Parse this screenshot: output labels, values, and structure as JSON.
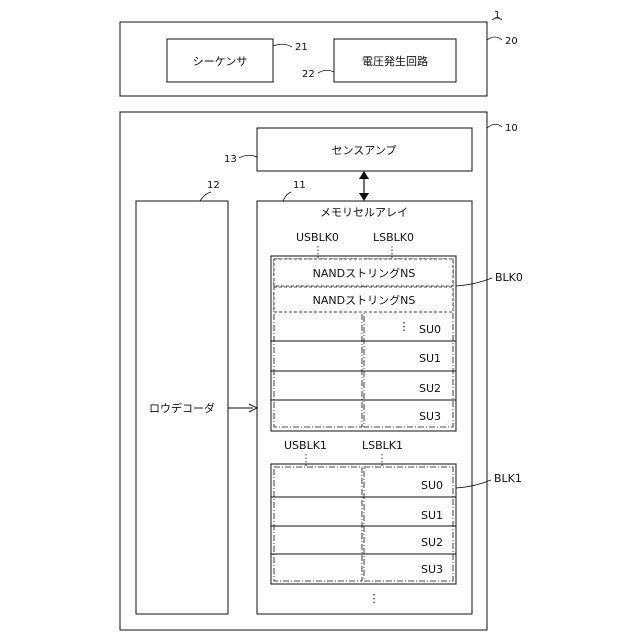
{
  "figure_number": "1",
  "controller": {
    "ref": "20",
    "sequencer": {
      "label": "シーケンサ",
      "ref": "21"
    },
    "voltage_generator": {
      "label": "電圧発生回路",
      "ref": "22"
    }
  },
  "memory_device": {
    "ref": "10",
    "sense_amp": {
      "label": "センスアンプ",
      "ref": "13"
    },
    "row_decoder": {
      "label": "ロウデコーダ",
      "ref": "12"
    },
    "memory_array": {
      "label": "メモリセルアレイ",
      "ref": "11"
    }
  },
  "blocks": [
    {
      "name": "BLK0",
      "upper_sub_block": "USBLK0",
      "lower_sub_block": "LSBLK0",
      "nand_strings": [
        "NANDストリングNS",
        "NANDストリングNS"
      ],
      "ellipsis": "⋮",
      "string_units": [
        "SU0",
        "SU1",
        "SU2",
        "SU3"
      ]
    },
    {
      "name": "BLK1",
      "upper_sub_block": "USBLK1",
      "lower_sub_block": "LSBLK1",
      "string_units": [
        "SU0",
        "SU1",
        "SU2",
        "SU3"
      ]
    }
  ],
  "more_blocks": "⋮"
}
